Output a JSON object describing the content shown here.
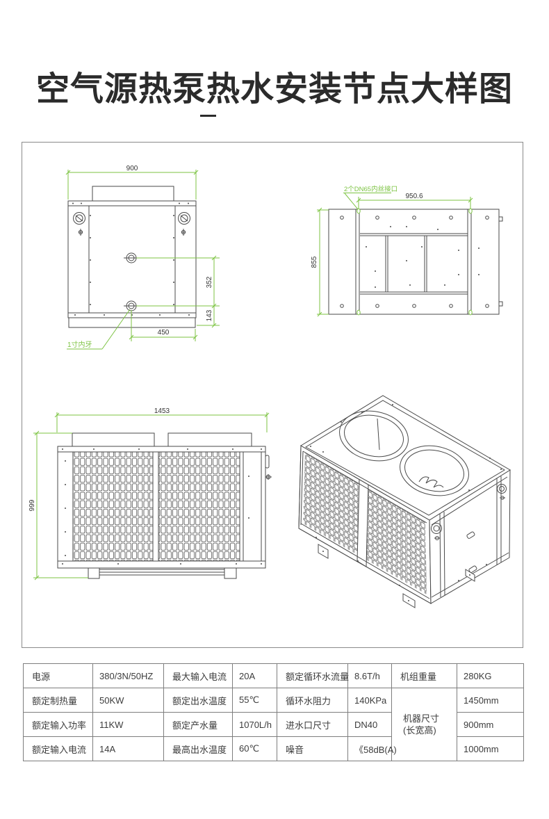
{
  "title": "空气源热泵热水安装节点大样图",
  "divider_glyph": "—",
  "colors": {
    "dimension_green": "#7cc342",
    "drawing_line": "#4a4a4a",
    "table_border": "#7d7d7d",
    "title_color": "#2b2b2b"
  },
  "drawings": {
    "front_view": {
      "dim_width": "900",
      "dim_port_spacing": "352",
      "dim_port_to_base": "143",
      "dim_port_offset": "450",
      "note": "1寸内牙"
    },
    "top_view": {
      "dim_width": "950.6",
      "dim_depth": "855",
      "note": "2个DN65内丝接口"
    },
    "side_view": {
      "dim_width": "1453",
      "dim_height": "999"
    }
  },
  "spec_table": {
    "rows": [
      [
        "电源",
        "380/3N/50HZ",
        "最大输入电流",
        "20A",
        "额定循环水流量",
        "8.6T/h",
        "机组重量",
        "280KG"
      ],
      [
        "额定制热量",
        "50KW",
        "额定出水温度",
        "55℃",
        "循环水阻力",
        "140KPa",
        "1450mm"
      ],
      [
        "额定输入功率",
        "11KW",
        "额定产水量",
        "1070L/h",
        "进水口尺寸",
        "DN40",
        "900mm"
      ],
      [
        "额定输入电流",
        "14A",
        "最高出水温度",
        "60℃",
        "噪音",
        "《58dB(A)",
        "1000mm"
      ]
    ],
    "merged_cell": {
      "line1": "机器尺寸",
      "line2": "(长宽高)"
    }
  }
}
